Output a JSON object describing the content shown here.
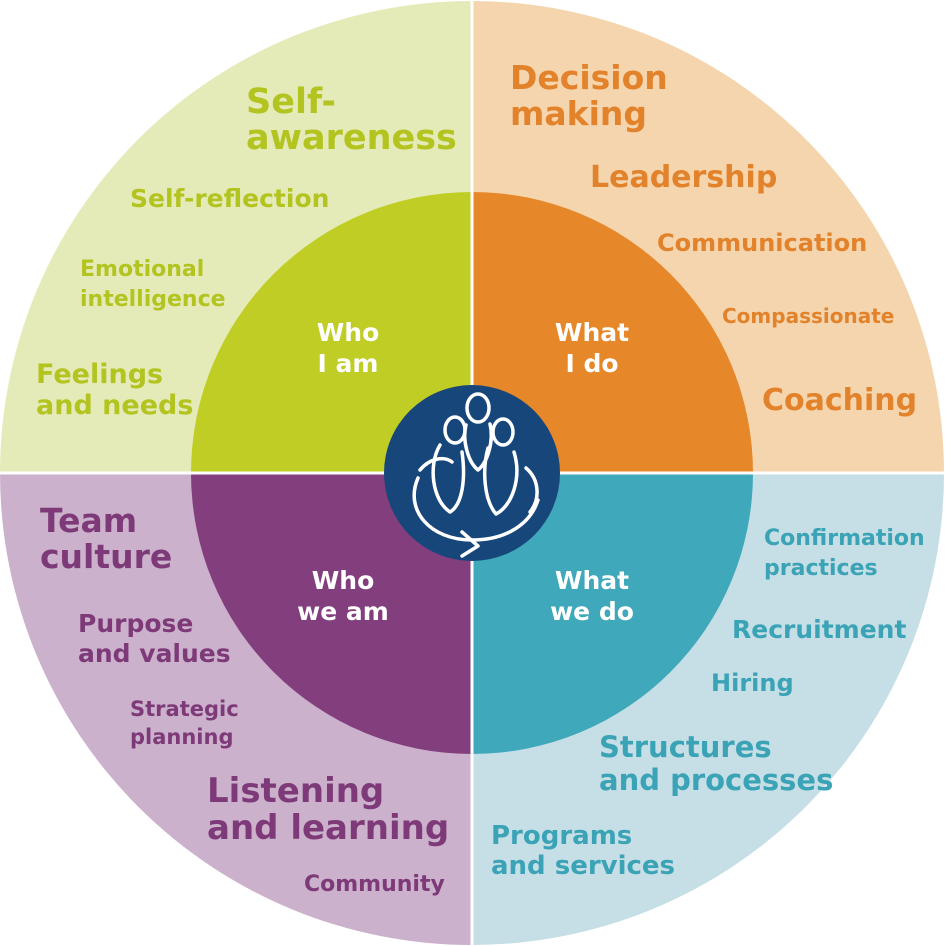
{
  "colors": {
    "tl_outer": "#e5ebb8",
    "tl_inner": "#bfcd24",
    "tl_text": "#b3c31f",
    "tr_outer": "#f5d5ae",
    "tr_inner": "#e6882a",
    "tr_text": "#e2822a",
    "bl_outer": "#cbb1cc",
    "bl_inner": "#833e7d",
    "bl_text": "#7e3a78",
    "br_outer": "#c6dee5",
    "br_inner": "#40a8bb",
    "br_text": "#3aa3b6",
    "center": "#17467b",
    "white": "#ffffff"
  },
  "quadrants": {
    "who_i_am": {
      "label_line1": "Who",
      "label_line2": "I am",
      "items": {
        "self_awareness_1": "Self-",
        "self_awareness_2": "awareness",
        "self_reflection": "Self-reflection",
        "emotional_1": "Emotional",
        "emotional_2": "intelligence",
        "feelings_1": "Feelings",
        "feelings_2": "and needs"
      }
    },
    "what_i_do": {
      "label_line1": "What",
      "label_line2": "I do",
      "items": {
        "decision_1": "Decision",
        "decision_2": "making",
        "leadership": "Leadership",
        "communication": "Communication",
        "compassionate": "Compassionate",
        "coaching": "Coaching"
      }
    },
    "who_we_are": {
      "label_line1": "Who",
      "label_line2": "we am",
      "items": {
        "team_culture_1": "Team",
        "team_culture_2": "culture",
        "purpose_1": "Purpose",
        "purpose_2": "and values",
        "strategic_1": "Strategic",
        "strategic_2": "planning",
        "listening_1": "Listening",
        "listening_2": "and learning",
        "community": "Community"
      }
    },
    "what_we_do": {
      "label_line1": "What",
      "label_line2": "we do",
      "items": {
        "confirmation_1": "Confirmation",
        "confirmation_2": "practices",
        "recruitment": "Recruitment",
        "hiring": "Hiring",
        "structures_1": "Structures",
        "structures_2": "and processes",
        "programs_1": "Programs",
        "programs_2": "and services"
      }
    }
  },
  "center_logo": "people-circle-icon"
}
